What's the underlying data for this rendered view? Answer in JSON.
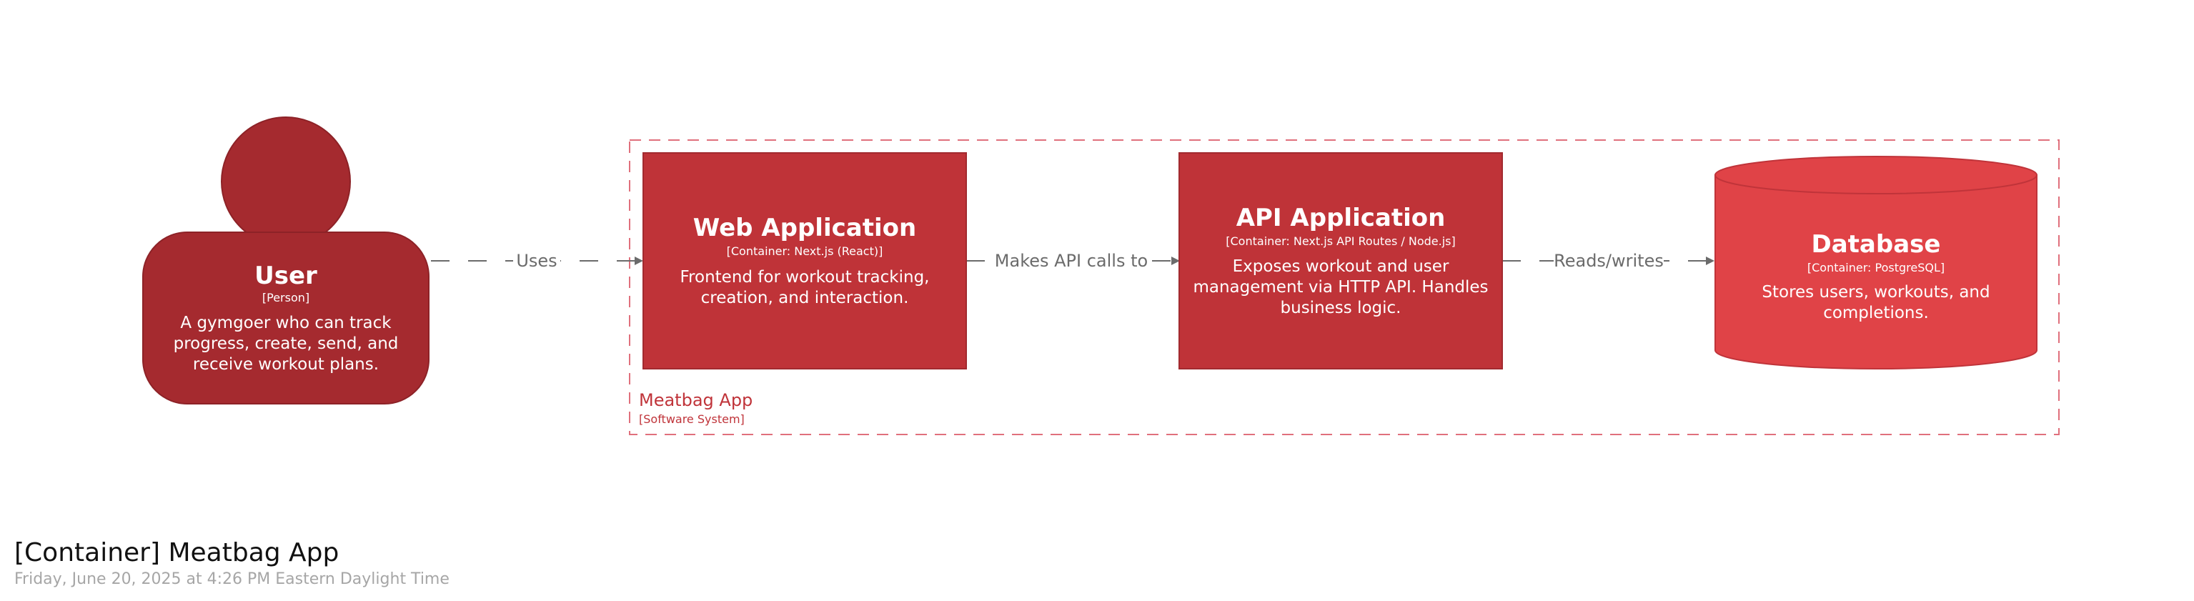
{
  "colors": {
    "person_fill": "#a52a2f",
    "container_fill": "#bf3338",
    "database_fill": "#e04347",
    "boundary": "#e0707c",
    "boundary_text": "#c0343a",
    "arrow": "#6b6b6b",
    "arrow_label": "#6b6b6b",
    "node_text": "#ffffff",
    "footer_title": "#111111",
    "footer_date": "#a6a6a6"
  },
  "nodes": {
    "user": {
      "shape": "person",
      "title": "User",
      "type": "[Person]",
      "description": [
        "A gymgoer who can track",
        "progress, create, send, and",
        "receive workout plans."
      ]
    },
    "web": {
      "shape": "box",
      "title": "Web Application",
      "type": "[Container: Next.js (React)]",
      "description": [
        "Frontend for workout tracking,",
        "creation, and interaction."
      ]
    },
    "api": {
      "shape": "box",
      "title": "API Application",
      "type": "[Container: Next.js API Routes / Node.js]",
      "description": [
        "Exposes workout and user",
        "management via HTTP API. Handles",
        "business logic."
      ]
    },
    "db": {
      "shape": "cylinder",
      "title": "Database",
      "type": "[Container: PostgreSQL]",
      "description": [
        "Stores users, workouts, and",
        "completions."
      ]
    }
  },
  "boundary": {
    "title": "Meatbag App",
    "type": "[Software System]"
  },
  "edges": [
    {
      "from": "user",
      "to": "web",
      "label": "Uses",
      "style": "dashed"
    },
    {
      "from": "web",
      "to": "api",
      "label": "Makes API calls to",
      "style": "dashed"
    },
    {
      "from": "api",
      "to": "db",
      "label": "Reads/writes",
      "style": "dashed"
    }
  ],
  "footer": {
    "title": "[Container] Meatbag App",
    "date": "Friday, June 20, 2025 at 4:26 PM Eastern Daylight Time"
  }
}
